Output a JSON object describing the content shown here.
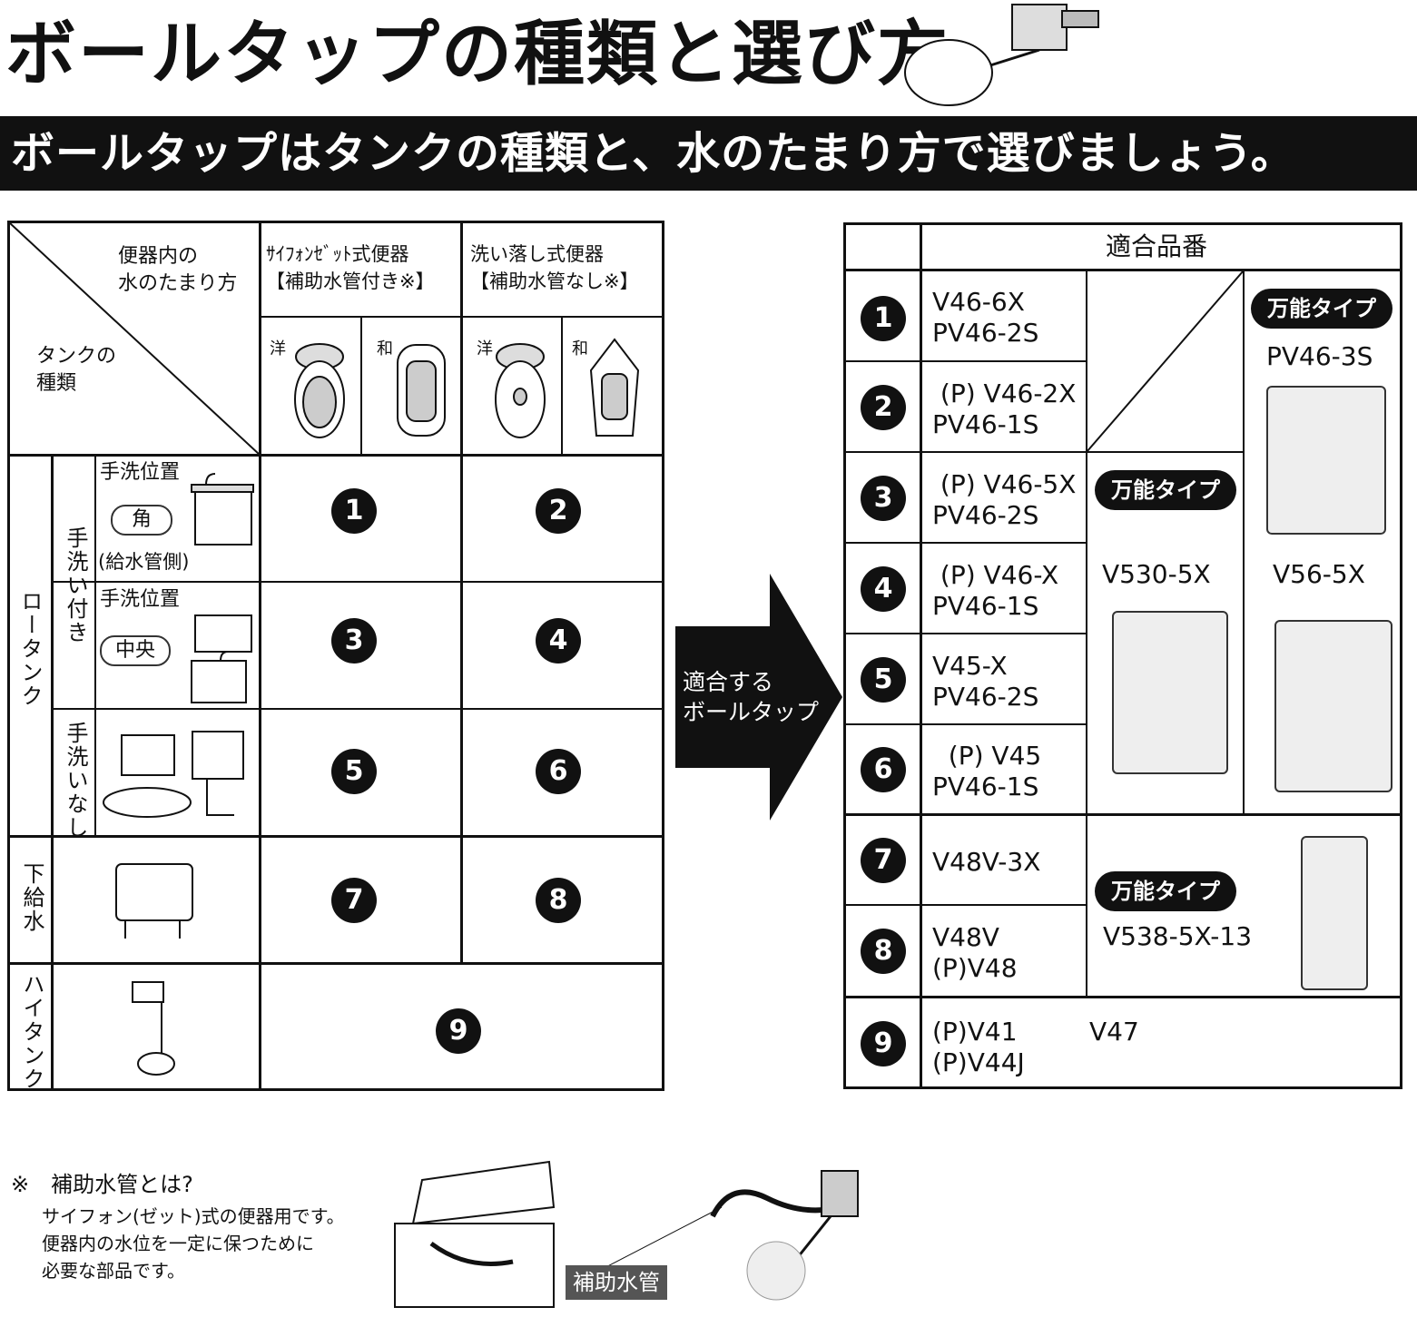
{
  "title": "ボールタップの種類と選び方",
  "banner": "ボールタップはタンクの種類と、水のたまり方で選びましょう。",
  "left_table": {
    "corner_top": "便器内の\n水のたまり方",
    "corner_bottom": "タンクの\n種類",
    "col1_header": "ｻｲﾌｫﾝｾﾞｯﾄ式便器\n【補助水管付き※】",
    "col2_header": "洗い落し式便器\n【補助水管なし※】",
    "western": "洋",
    "japanese": "和",
    "low_tank": "ロータンク",
    "with_wash": "手洗い付き",
    "without_wash": "手洗いなし",
    "lower_supply": "下給水",
    "high_tank": "ハイタンク",
    "wash_pos": "手洗位置",
    "corner_label": "角",
    "supply_side": "(給水管側)",
    "center_label": "中央",
    "numbers": [
      "1",
      "2",
      "3",
      "4",
      "5",
      "6",
      "7",
      "8",
      "9"
    ]
  },
  "arrow_text": "適合する\nボールタップ",
  "right_table": {
    "header": "適合品番",
    "rows": [
      {
        "num": "1",
        "models": "V46-6X\nPV46-2S"
      },
      {
        "num": "2",
        "models": " (P) V46-2X\nPV46-1S"
      },
      {
        "num": "3",
        "models": " (P) V46-5X\nPV46-2S"
      },
      {
        "num": "4",
        "models": " (P) V46-X\nPV46-1S"
      },
      {
        "num": "5",
        "models": "V45-X\nPV46-2S"
      },
      {
        "num": "6",
        "models": "  (P) V45\nPV46-1S"
      },
      {
        "num": "7",
        "models": "V48V-3X"
      },
      {
        "num": "8",
        "models": "V48V\n(P)V48"
      },
      {
        "num": "9",
        "models": "(P)V41\n(P)V44J",
        "extra": "V47"
      }
    ],
    "universal": "万能タイプ",
    "pv46_3s": "PV46-3S",
    "v530": "V530-5X",
    "v56": "V56-5X",
    "v538": "V538-5X-13"
  },
  "note": {
    "title": "※　補助水管とは?",
    "body": "サイフォン(ゼット)式の便器用です。\n便器内の水位を一定に保つために\n必要な部品です。",
    "label": "補助水管"
  }
}
